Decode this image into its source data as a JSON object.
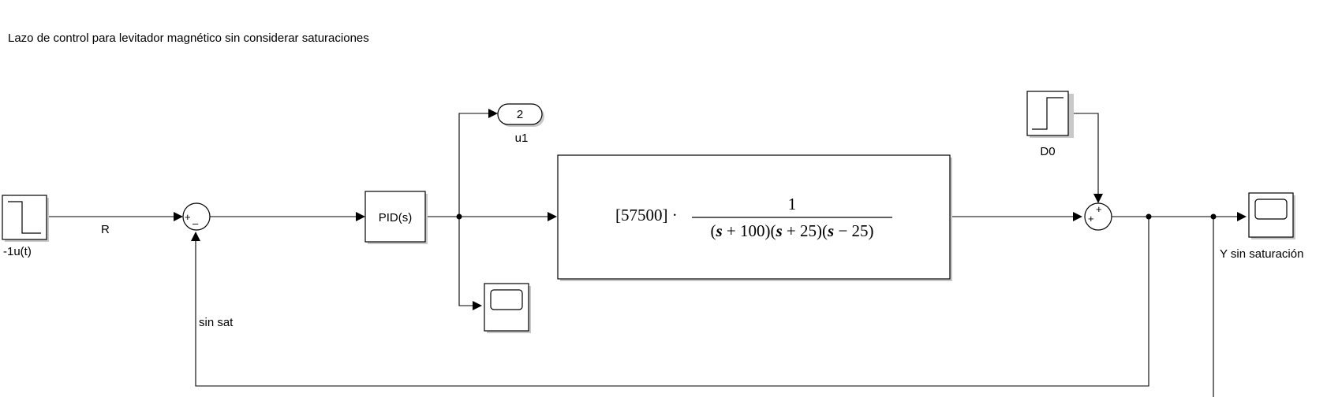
{
  "title": "Lazo de control para levitador magnético sin considerar saturaciones",
  "blocks": {
    "step_input": {
      "label": "-1u(t)"
    },
    "pid": {
      "label": "PID(s)"
    },
    "outport": {
      "number": "2",
      "label": "u1"
    },
    "transfer_function": {
      "gain": "[57500] ·",
      "numerator": "1",
      "denominator_parts": [
        "(",
        "s",
        " + 100)(",
        "s",
        " + 25)(",
        "s",
        " − 25)"
      ]
    },
    "disturbance_step": {
      "label": "D0"
    },
    "scope_output": {
      "label": "Y sin saturación"
    },
    "scope_control": {
      "label": ""
    },
    "sum_error": {
      "signs": [
        "+",
        "–"
      ]
    },
    "sum_output": {
      "signs": [
        "+",
        "+"
      ]
    }
  },
  "signals": {
    "reference": "R",
    "feedback": "sin sat"
  }
}
